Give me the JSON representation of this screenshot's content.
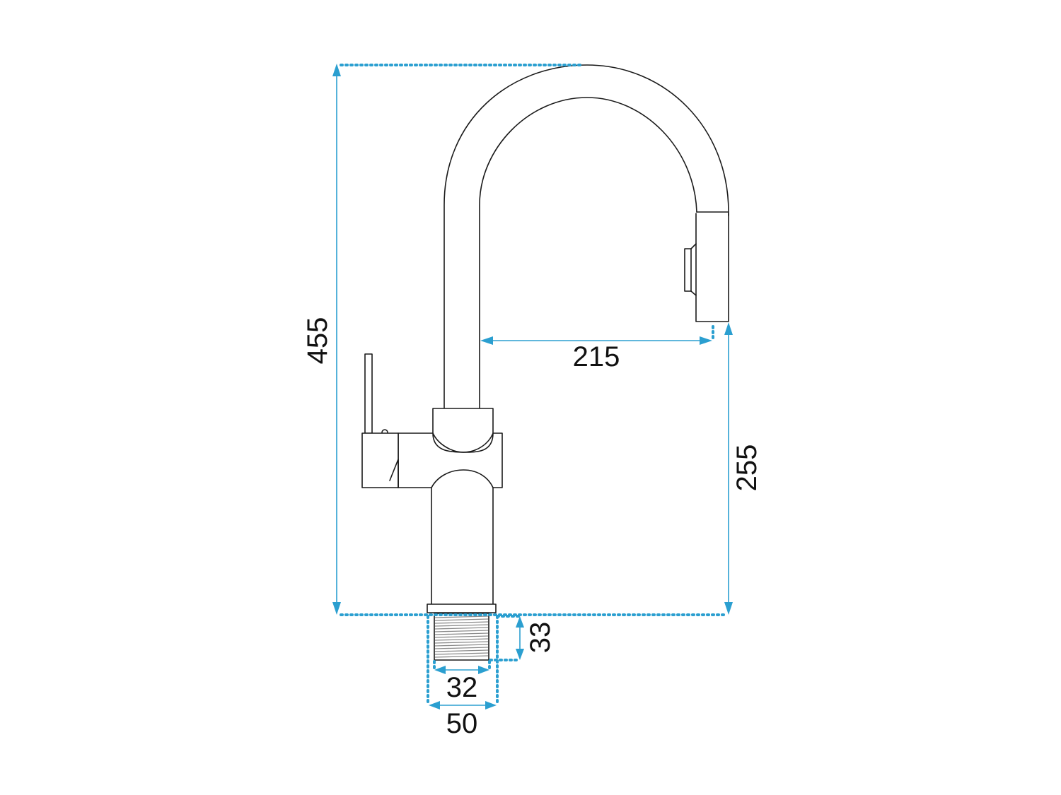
{
  "colors": {
    "dimension_line": "#2b9fd0",
    "outline": "#1a1a1a",
    "thread": "#8a8a8a"
  },
  "dimensions": {
    "total_height": "455",
    "spout_reach": "215",
    "spout_clearance": "255",
    "thread_length": "33",
    "thread_diameter": "32",
    "base_diameter": "50"
  }
}
